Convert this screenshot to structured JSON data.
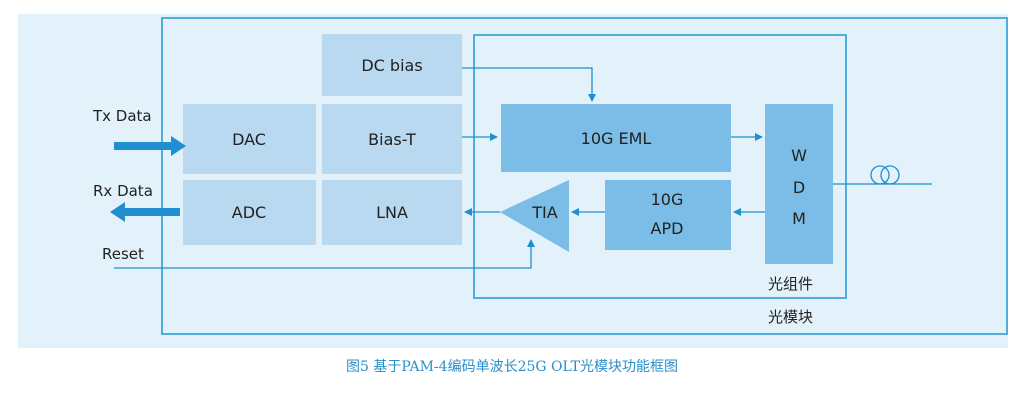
{
  "diagram": {
    "blocks": {
      "dc_bias": "DC bias",
      "dac": "DAC",
      "bias_t": "Bias-T",
      "adc": "ADC",
      "lna": "LNA",
      "eml": "10G EML",
      "apd_line1": "10G",
      "apd_line2": "APD",
      "tia": "TIA",
      "wdm_w": "W",
      "wdm_d": "D",
      "wdm_m": "M"
    },
    "signals": {
      "tx_data": "Tx Data",
      "rx_data": "Rx Data",
      "reset": "Reset"
    },
    "frames": {
      "optical_assembly": "光组件",
      "optical_module": "光模块"
    }
  },
  "caption": "图5  基于PAM-4编码单波长25G OLT光模块功能框图",
  "colors": {
    "panel_bg": "#e2f1fa",
    "light_block": "#b8d9f0",
    "dark_block": "#7bbde6",
    "line": "#1f8fd0",
    "caption": "#2a8fca"
  }
}
